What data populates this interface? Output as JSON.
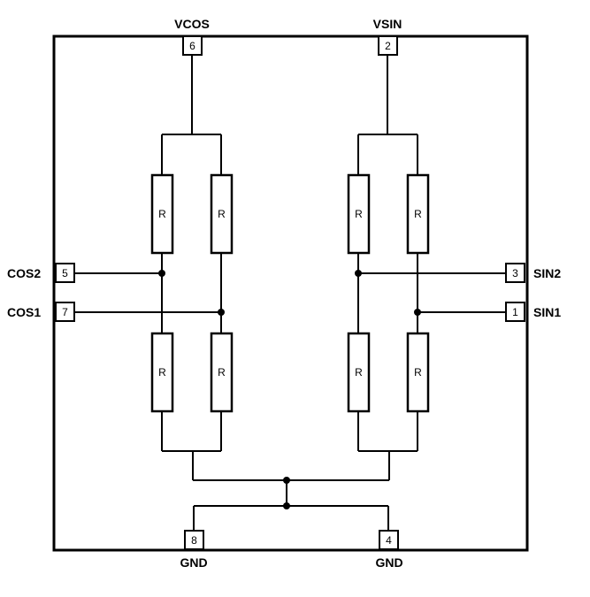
{
  "pins": {
    "vcos": {
      "name": "VCOS",
      "number": "6"
    },
    "vsin": {
      "name": "VSIN",
      "number": "2"
    },
    "cos2": {
      "name": "COS2",
      "number": "5"
    },
    "cos1": {
      "name": "COS1",
      "number": "7"
    },
    "sin2": {
      "name": "SIN2",
      "number": "3"
    },
    "sin1": {
      "name": "SIN1",
      "number": "1"
    },
    "gnd_left": {
      "name": "GND",
      "number": "8"
    },
    "gnd_right": {
      "name": "GND",
      "number": "4"
    }
  },
  "resistors": {
    "cos_top_left": "R",
    "cos_top_right": "R",
    "cos_bottom_left": "R",
    "cos_bottom_right": "R",
    "sin_top_left": "R",
    "sin_top_right": "R",
    "sin_bottom_left": "R",
    "sin_bottom_right": "R"
  }
}
